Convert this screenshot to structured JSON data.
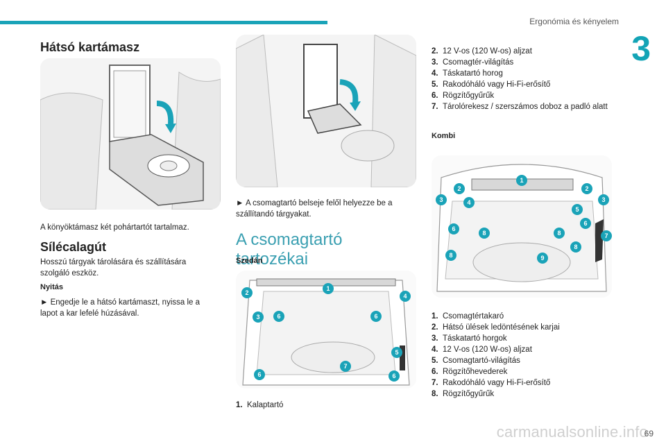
{
  "header": {
    "section_title": "Ergonómia és kényelem",
    "chapter_number": "3"
  },
  "footer": {
    "page_number": "69",
    "watermark": "carmanualsonline.info"
  },
  "column1": {
    "title": "Hátsó kartámasz",
    "caption": "A könyöktámasz két pohártartót tartalmaz.",
    "ski_title": "Sílécalagút",
    "ski_desc": "Hosszú tárgyak tárolására és szállítására szolgáló eszköz.",
    "opening_label": "Nyitás",
    "opening_text": "► Engedje le a hátsó kartámaszt, nyissa le a lapot a kar lefelé húzásával."
  },
  "column2": {
    "instruction": "► A csomagtartó belseje felől helyezze be a szállítandó tárgyakat.",
    "section_title": "A csomagtartó tartozékai",
    "sedan_label": "Szedán",
    "sedan_callouts": [
      "1",
      "2",
      "3",
      "4",
      "5",
      "6",
      "6",
      "6",
      "6",
      "7"
    ],
    "list_start": [
      {
        "num": "1.",
        "text": "Kalaptartó"
      }
    ]
  },
  "column3": {
    "sedan_list_cont": [
      {
        "num": "2.",
        "text": "12 V-os (120 W-os) aljzat"
      },
      {
        "num": "3.",
        "text": "Csomagtér-világítás"
      },
      {
        "num": "4.",
        "text": "Táskatartó horog"
      },
      {
        "num": "5.",
        "text": "Rakodóháló vagy Hi-Fi-erősítő"
      },
      {
        "num": "6.",
        "text": "Rögzítőgyűrűk"
      },
      {
        "num": "7.",
        "text": "Tárolórekesz / szerszámos doboz a padló alatt"
      }
    ],
    "kombi_label": "Kombi",
    "kombi_callouts": [
      "1",
      "2",
      "2",
      "3",
      "3",
      "4",
      "5",
      "6",
      "6",
      "7",
      "8",
      "8",
      "8",
      "8",
      "9"
    ],
    "kombi_list": [
      {
        "num": "1.",
        "text": "Csomagtértakaró"
      },
      {
        "num": "2.",
        "text": "Hátsó ülések ledöntésének karjai"
      },
      {
        "num": "3.",
        "text": "Táskatartó horgok"
      },
      {
        "num": "4.",
        "text": "12 V-os (120 W-os) aljzat"
      },
      {
        "num": "5.",
        "text": "Csomagtartó-világítás"
      },
      {
        "num": "6.",
        "text": "Rögzítőhevederek"
      },
      {
        "num": "7.",
        "text": "Rakodóháló vagy Hi-Fi-erősítő"
      },
      {
        "num": "8.",
        "text": "Rögzítőgyűrűk"
      }
    ]
  }
}
